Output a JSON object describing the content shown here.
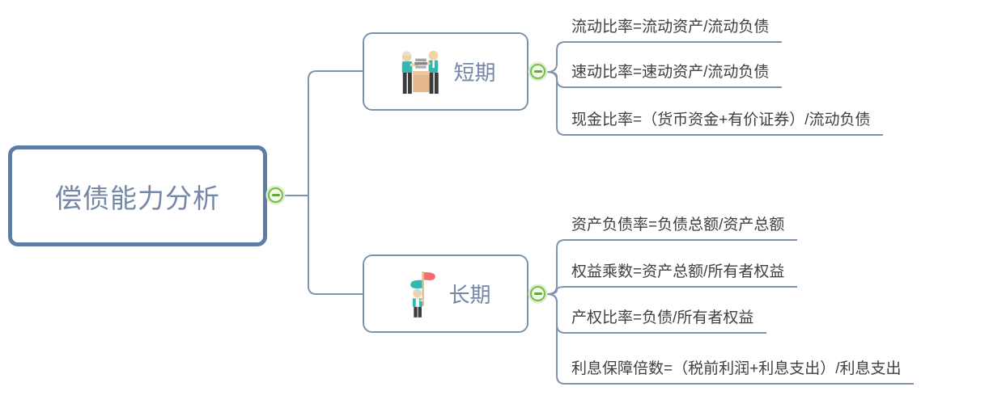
{
  "root": {
    "label": "偿债能力分析"
  },
  "branches": [
    {
      "label": "短期",
      "icon": "meeting-people-icon",
      "leaves": [
        "流动比率=流动资产/流动负债",
        "速动比率=速动资产/流动负债",
        "现金比率=（货币资金+有价证券）/流动负债"
      ]
    },
    {
      "label": "长期",
      "icon": "person-flags-icon",
      "leaves": [
        "资产负债率=负债总额/资产总额",
        "权益乘数=资产总额/所有者权益",
        "产权比率=负债/所有者权益",
        "利息保障倍数=（税前利润+利息支出）/利息支出"
      ]
    }
  ],
  "colors": {
    "root_border": "#5e7da4",
    "branch_border": "#7b92af",
    "topic_text": "#7487a7",
    "leaf_text": "#3f3f3f",
    "connector_line": "#7f94ad",
    "collapse_border": "#79ba4e",
    "collapse_fill": "#f0f8e8",
    "collapse_minus": "#61a83b",
    "icon_teal": "#35b6b0",
    "icon_red": "#ef6f6f",
    "icon_tan": "#e4b88b",
    "icon_dark": "#3b3b3b",
    "icon_skin": "#f3d3a5",
    "icon_paper_gray": "#8e969d"
  }
}
